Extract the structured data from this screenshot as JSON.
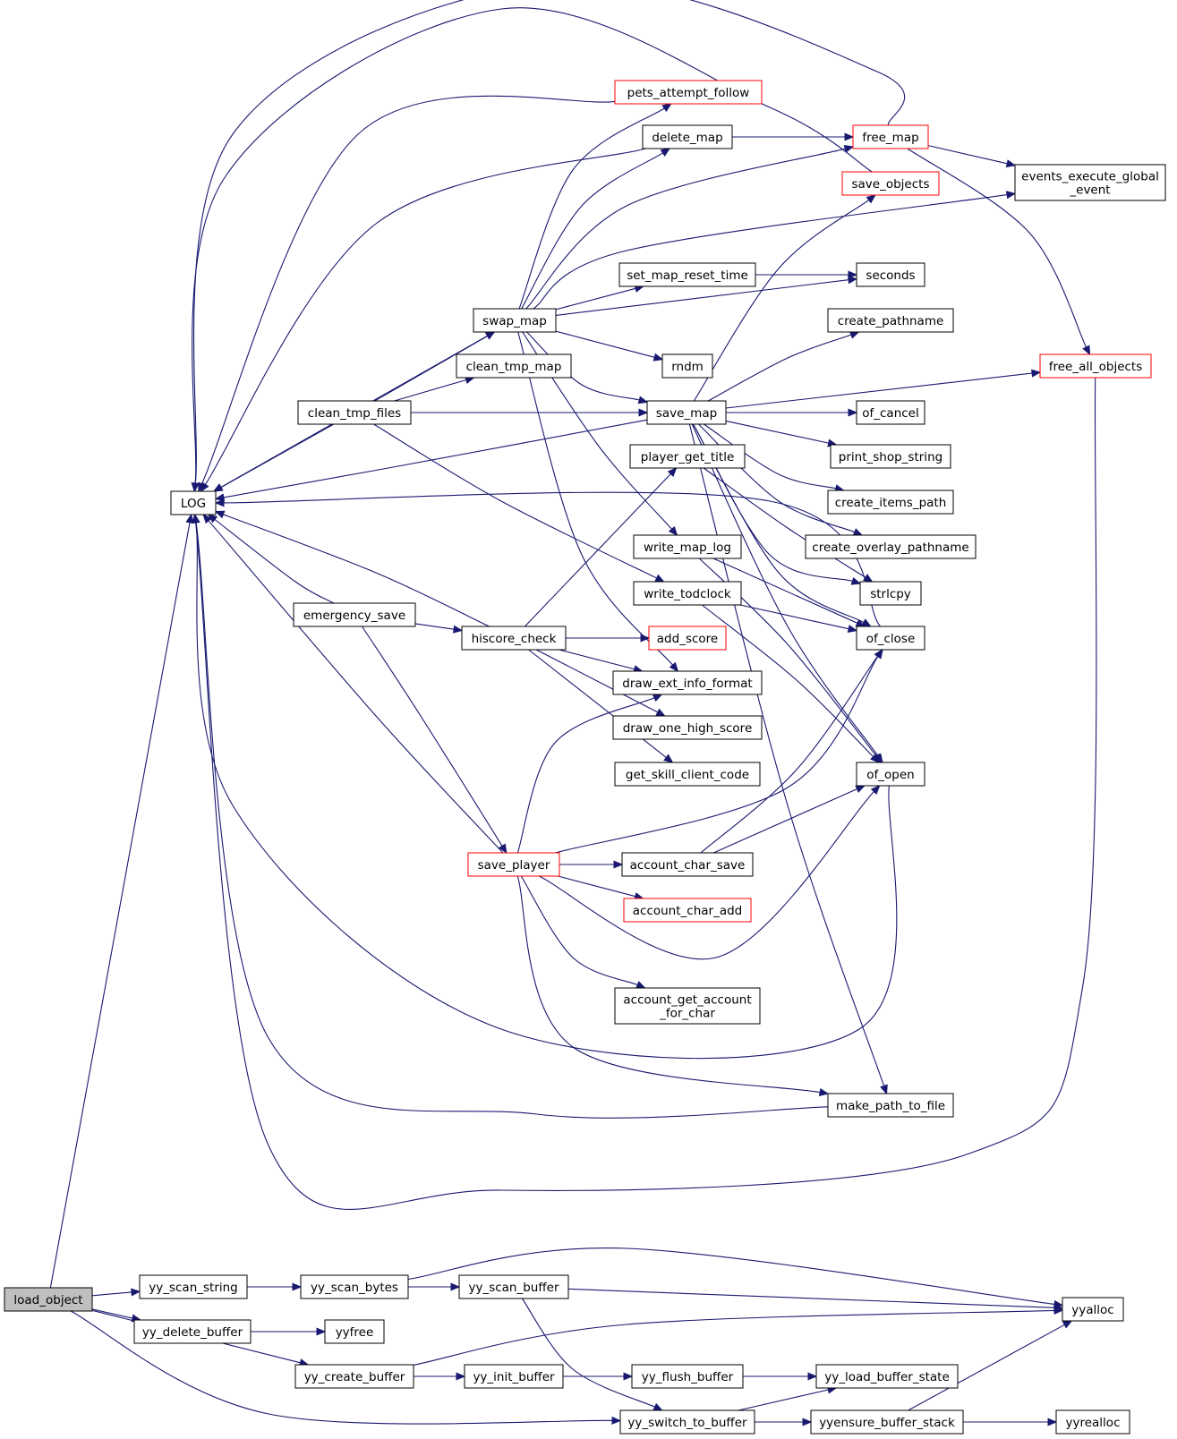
{
  "colors": {
    "edge": "#191970",
    "node_border": "#000000",
    "node_border_truncated": "#ff0000",
    "node_fill": "#ffffff",
    "root_fill": "#bfbfbf"
  },
  "nodes": [
    {
      "id": "load_object",
      "lines": [
        "load_object"
      ],
      "kind": "root"
    },
    {
      "id": "LOG",
      "lines": [
        "LOG"
      ],
      "kind": "normal"
    },
    {
      "id": "clean_tmp_files",
      "lines": [
        "clean_tmp_files"
      ],
      "kind": "normal"
    },
    {
      "id": "emergency_save",
      "lines": [
        "emergency_save"
      ],
      "kind": "normal"
    },
    {
      "id": "save_player",
      "lines": [
        "save_player"
      ],
      "kind": "truncated"
    },
    {
      "id": "swap_map",
      "lines": [
        "swap_map"
      ],
      "kind": "normal"
    },
    {
      "id": "clean_tmp_map",
      "lines": [
        "clean_tmp_map"
      ],
      "kind": "normal"
    },
    {
      "id": "hiscore_check",
      "lines": [
        "hiscore_check"
      ],
      "kind": "normal"
    },
    {
      "id": "pets_attempt_follow",
      "lines": [
        "pets_attempt_follow"
      ],
      "kind": "truncated"
    },
    {
      "id": "delete_map",
      "lines": [
        "delete_map"
      ],
      "kind": "normal"
    },
    {
      "id": "set_map_reset_time",
      "lines": [
        "set_map_reset_time"
      ],
      "kind": "normal"
    },
    {
      "id": "rndm",
      "lines": [
        "rndm"
      ],
      "kind": "normal"
    },
    {
      "id": "save_map",
      "lines": [
        "save_map"
      ],
      "kind": "normal"
    },
    {
      "id": "player_get_title",
      "lines": [
        "player_get_title"
      ],
      "kind": "normal"
    },
    {
      "id": "write_map_log",
      "lines": [
        "write_map_log"
      ],
      "kind": "normal"
    },
    {
      "id": "write_todclock",
      "lines": [
        "write_todclock"
      ],
      "kind": "normal"
    },
    {
      "id": "add_score",
      "lines": [
        "add_score"
      ],
      "kind": "truncated"
    },
    {
      "id": "draw_ext_info_format",
      "lines": [
        "draw_ext_info_format"
      ],
      "kind": "normal"
    },
    {
      "id": "draw_one_high_score",
      "lines": [
        "draw_one_high_score"
      ],
      "kind": "normal"
    },
    {
      "id": "get_skill_client_code",
      "lines": [
        "get_skill_client_code"
      ],
      "kind": "normal"
    },
    {
      "id": "account_char_save",
      "lines": [
        "account_char_save"
      ],
      "kind": "normal"
    },
    {
      "id": "account_char_add",
      "lines": [
        "account_char_add"
      ],
      "kind": "truncated"
    },
    {
      "id": "account_get_account_for_char",
      "lines": [
        "account_get_account",
        "_for_char"
      ],
      "kind": "normal"
    },
    {
      "id": "free_map",
      "lines": [
        "free_map"
      ],
      "kind": "truncated"
    },
    {
      "id": "save_objects",
      "lines": [
        "save_objects"
      ],
      "kind": "truncated"
    },
    {
      "id": "seconds",
      "lines": [
        "seconds"
      ],
      "kind": "normal"
    },
    {
      "id": "create_pathname",
      "lines": [
        "create_pathname"
      ],
      "kind": "normal"
    },
    {
      "id": "of_cancel",
      "lines": [
        "of_cancel"
      ],
      "kind": "normal"
    },
    {
      "id": "print_shop_string",
      "lines": [
        "print_shop_string"
      ],
      "kind": "normal"
    },
    {
      "id": "create_items_path",
      "lines": [
        "create_items_path"
      ],
      "kind": "normal"
    },
    {
      "id": "create_overlay_pathname",
      "lines": [
        "create_overlay_pathname"
      ],
      "kind": "normal"
    },
    {
      "id": "strlcpy",
      "lines": [
        "strlcpy"
      ],
      "kind": "normal"
    },
    {
      "id": "of_close",
      "lines": [
        "of_close"
      ],
      "kind": "normal"
    },
    {
      "id": "of_open",
      "lines": [
        "of_open"
      ],
      "kind": "normal"
    },
    {
      "id": "make_path_to_file",
      "lines": [
        "make_path_to_file"
      ],
      "kind": "normal"
    },
    {
      "id": "events_execute_global_event",
      "lines": [
        "events_execute_global",
        "_event"
      ],
      "kind": "normal"
    },
    {
      "id": "free_all_objects",
      "lines": [
        "free_all_objects"
      ],
      "kind": "truncated"
    },
    {
      "id": "yy_scan_string",
      "lines": [
        "yy_scan_string"
      ],
      "kind": "normal"
    },
    {
      "id": "yy_delete_buffer",
      "lines": [
        "yy_delete_buffer"
      ],
      "kind": "normal"
    },
    {
      "id": "yy_create_buffer",
      "lines": [
        "yy_create_buffer"
      ],
      "kind": "normal"
    },
    {
      "id": "yy_switch_to_buffer",
      "lines": [
        "yy_switch_to_buffer"
      ],
      "kind": "normal"
    },
    {
      "id": "yy_scan_bytes",
      "lines": [
        "yy_scan_bytes"
      ],
      "kind": "normal"
    },
    {
      "id": "yy_scan_buffer",
      "lines": [
        "yy_scan_buffer"
      ],
      "kind": "normal"
    },
    {
      "id": "yyfree",
      "lines": [
        "yyfree"
      ],
      "kind": "normal"
    },
    {
      "id": "yy_init_buffer",
      "lines": [
        "yy_init_buffer"
      ],
      "kind": "normal"
    },
    {
      "id": "yy_flush_buffer",
      "lines": [
        "yy_flush_buffer"
      ],
      "kind": "normal"
    },
    {
      "id": "yy_load_buffer_state",
      "lines": [
        "yy_load_buffer_state"
      ],
      "kind": "normal"
    },
    {
      "id": "yyensure_buffer_stack",
      "lines": [
        "yyensure_buffer_stack"
      ],
      "kind": "normal"
    },
    {
      "id": "yyalloc",
      "lines": [
        "yyalloc"
      ],
      "kind": "normal"
    },
    {
      "id": "yyrealloc",
      "lines": [
        "yyrealloc"
      ],
      "kind": "normal"
    }
  ],
  "edges": [
    [
      "load_object",
      "LOG"
    ],
    [
      "load_object",
      "yy_scan_string"
    ],
    [
      "load_object",
      "yy_delete_buffer"
    ],
    [
      "load_object",
      "yy_create_buffer"
    ],
    [
      "load_object",
      "yy_switch_to_buffer"
    ],
    [
      "clean_tmp_files",
      "LOG"
    ],
    [
      "clean_tmp_files",
      "swap_map"
    ],
    [
      "clean_tmp_files",
      "clean_tmp_map"
    ],
    [
      "clean_tmp_files",
      "save_map"
    ],
    [
      "clean_tmp_files",
      "write_todclock"
    ],
    [
      "emergency_save",
      "LOG"
    ],
    [
      "emergency_save",
      "hiscore_check"
    ],
    [
      "emergency_save",
      "save_player"
    ],
    [
      "save_player",
      "LOG"
    ],
    [
      "save_player",
      "draw_ext_info_format"
    ],
    [
      "save_player",
      "of_close"
    ],
    [
      "save_player",
      "account_char_save"
    ],
    [
      "save_player",
      "account_char_add"
    ],
    [
      "save_player",
      "of_open"
    ],
    [
      "save_player",
      "account_get_account_for_char"
    ],
    [
      "save_player",
      "make_path_to_file"
    ],
    [
      "swap_map",
      "LOG"
    ],
    [
      "swap_map",
      "pets_attempt_follow"
    ],
    [
      "swap_map",
      "delete_map"
    ],
    [
      "swap_map",
      "free_map"
    ],
    [
      "swap_map",
      "events_execute_global_event"
    ],
    [
      "swap_map",
      "set_map_reset_time"
    ],
    [
      "swap_map",
      "seconds"
    ],
    [
      "swap_map",
      "rndm"
    ],
    [
      "swap_map",
      "save_map"
    ],
    [
      "swap_map",
      "write_map_log"
    ],
    [
      "swap_map",
      "draw_ext_info_format"
    ],
    [
      "hiscore_check",
      "LOG"
    ],
    [
      "hiscore_check",
      "player_get_title"
    ],
    [
      "hiscore_check",
      "add_score"
    ],
    [
      "hiscore_check",
      "draw_ext_info_format"
    ],
    [
      "hiscore_check",
      "draw_one_high_score"
    ],
    [
      "hiscore_check",
      "get_skill_client_code"
    ],
    [
      "pets_attempt_follow",
      "LOG"
    ],
    [
      "delete_map",
      "LOG"
    ],
    [
      "delete_map",
      "free_map"
    ],
    [
      "set_map_reset_time",
      "seconds"
    ],
    [
      "save_map",
      "LOG"
    ],
    [
      "save_map",
      "save_objects"
    ],
    [
      "save_map",
      "create_pathname"
    ],
    [
      "save_map",
      "free_all_objects"
    ],
    [
      "save_map",
      "of_cancel"
    ],
    [
      "save_map",
      "print_shop_string"
    ],
    [
      "save_map",
      "create_items_path"
    ],
    [
      "save_map",
      "create_overlay_pathname"
    ],
    [
      "save_map",
      "strlcpy"
    ],
    [
      "save_map",
      "of_close"
    ],
    [
      "save_map",
      "of_open"
    ],
    [
      "save_map",
      "make_path_to_file"
    ],
    [
      "player_get_title",
      "strlcpy"
    ],
    [
      "write_map_log",
      "of_close"
    ],
    [
      "write_map_log",
      "of_open"
    ],
    [
      "write_todclock",
      "of_close"
    ],
    [
      "write_todclock",
      "of_open"
    ],
    [
      "account_char_save",
      "of_close"
    ],
    [
      "account_char_save",
      "of_open"
    ],
    [
      "of_open",
      "LOG"
    ],
    [
      "of_close",
      "LOG"
    ],
    [
      "make_path_to_file",
      "LOG"
    ],
    [
      "free_map",
      "LOG"
    ],
    [
      "free_map",
      "events_execute_global_event"
    ],
    [
      "free_map",
      "free_all_objects"
    ],
    [
      "save_objects",
      "LOG"
    ],
    [
      "free_all_objects",
      "LOG"
    ],
    [
      "yy_scan_string",
      "yy_scan_bytes"
    ],
    [
      "yy_scan_bytes",
      "yy_scan_buffer"
    ],
    [
      "yy_scan_bytes",
      "yyalloc"
    ],
    [
      "yy_scan_buffer",
      "yyalloc"
    ],
    [
      "yy_scan_buffer",
      "yy_switch_to_buffer"
    ],
    [
      "yy_delete_buffer",
      "yyfree"
    ],
    [
      "yy_create_buffer",
      "yyalloc"
    ],
    [
      "yy_create_buffer",
      "yy_init_buffer"
    ],
    [
      "yy_init_buffer",
      "yy_flush_buffer"
    ],
    [
      "yy_flush_buffer",
      "yy_load_buffer_state"
    ],
    [
      "yy_switch_to_buffer",
      "yy_load_buffer_state"
    ],
    [
      "yy_switch_to_buffer",
      "yyensure_buffer_stack"
    ],
    [
      "yyensure_buffer_stack",
      "yyalloc"
    ],
    [
      "yyensure_buffer_stack",
      "yyrealloc"
    ]
  ]
}
